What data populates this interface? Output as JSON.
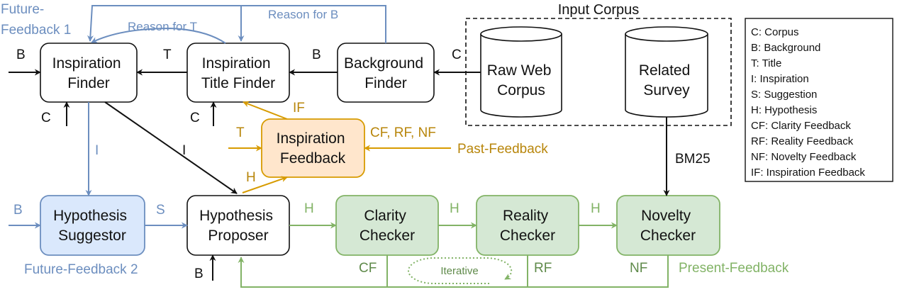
{
  "colors": {
    "black": "#111111",
    "blue": "#6c8ebf",
    "blue_fill": "#dae8fc",
    "green": "#82b366",
    "green_fill": "#d5e8d4",
    "orange": "#d79b00",
    "orange_fill": "#ffe6cc",
    "olive_text": "#b8860b"
  },
  "input_corpus": {
    "title": "Input Corpus",
    "raw_web": [
      "Raw Web",
      "Corpus"
    ],
    "survey": [
      "Related",
      "Survey"
    ]
  },
  "boxes": {
    "inspiration_finder": [
      "Inspiration",
      "Finder"
    ],
    "title_finder": [
      "Inspiration",
      "Title Finder"
    ],
    "background_finder": [
      "Background",
      "Finder"
    ],
    "inspiration_feedback": [
      "Inspiration",
      "Feedback"
    ],
    "suggestor": [
      "Hypothesis",
      "Suggestor"
    ],
    "proposer": [
      "Hypothesis",
      "Proposer"
    ],
    "clarity": [
      "Clarity",
      "Checker"
    ],
    "reality": [
      "Reality",
      "Checker"
    ],
    "novelty": [
      "Novelty",
      "Checker"
    ]
  },
  "labels": {
    "future_feedback_1": [
      "Future-",
      "Feedback 1"
    ],
    "reason_t": "Reason for T",
    "reason_b": "Reason for B",
    "b": "B",
    "t": "T",
    "c": "C",
    "i": "I",
    "s": "S",
    "h": "H",
    "if": "IF",
    "cf_rf_nf": "CF, RF, NF",
    "past_feedback": "Past-Feedback",
    "bm25": "BM25",
    "future_feedback_2": "Future-Feedback 2",
    "cf": "CF",
    "rf": "RF",
    "nf": "NF",
    "present_feedback": "Present-Feedback",
    "iterative": "Iterative"
  },
  "legend": [
    "C: Corpus",
    "B: Background",
    "T: Title",
    "I: Inspiration",
    "S: Suggestion",
    "H: Hypothesis",
    "CF: Clarity Feedback",
    "RF: Reality Feedback",
    "NF: Novelty Feedback",
    "IF: Inspiration Feedback"
  ]
}
